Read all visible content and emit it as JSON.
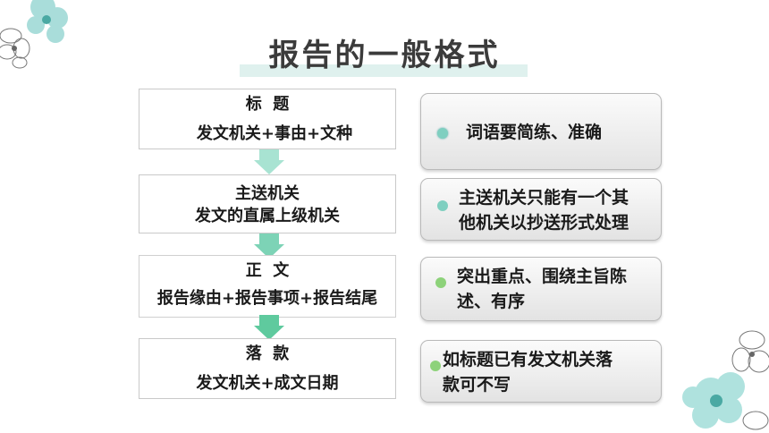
{
  "title": "报告的一般格式",
  "steps": [
    {
      "heading": "标  题",
      "detail": "发文机关+事由+文种"
    },
    {
      "heading": "主送机关",
      "detail": "发文的直属上级机关"
    },
    {
      "heading": "正  文",
      "detail": "报告缘由+报告事项+报告结尾"
    },
    {
      "heading": "落  款",
      "detail": "发文机关+成文日期"
    }
  ],
  "notes": [
    {
      "line1": "词语要简练、准确",
      "line2": ""
    },
    {
      "line1": "主送机关只能有一个其",
      "line2": "他机关以抄送形式处理"
    },
    {
      "line1": "突出重点、围绕主旨陈",
      "line2": "述、有序"
    },
    {
      "line1": "如标题已有发文机关落",
      "line2": "款可不写"
    }
  ],
  "colors": {
    "accent": "#6cc9b1",
    "dot1": "#7fcfc0",
    "dot_green": "#8dd27a",
    "flower": "#8fd3cf"
  }
}
